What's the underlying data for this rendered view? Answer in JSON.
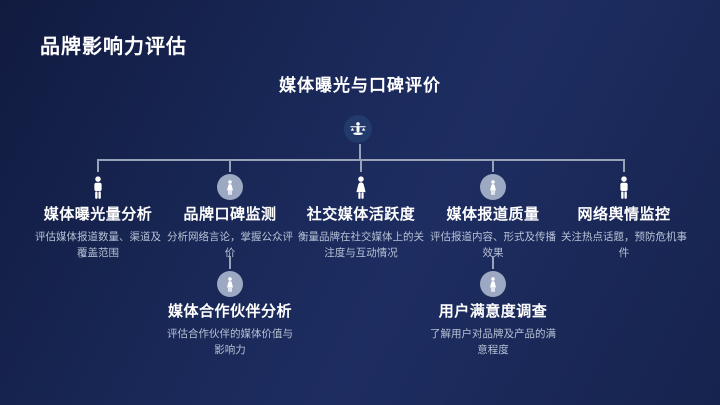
{
  "slide": {
    "title": "品牌影响力评估",
    "subtitle": "媒体曝光与口碑评价"
  },
  "colors": {
    "background": "#1a2857",
    "connector_line": "#99a3b8",
    "icon_circle": "#9da9c2",
    "root_icon_circle": "#223a6c",
    "title_text": "#ffffff",
    "desc_text": "#b7c1d5"
  },
  "icons": {
    "root": "person-with-scales-icon",
    "node_bare": "person-icon",
    "node_circled": "person-in-circle-icon"
  },
  "tree": {
    "level1": [
      {
        "title": "媒体曝光量分析",
        "desc": "评估媒体报道数量、渠道及覆盖范围"
      },
      {
        "title": "品牌口碑监测",
        "desc": "分析网络言论，掌握公众评价"
      },
      {
        "title": "社交媒体活跃度",
        "desc": "衡量品牌在社交媒体上的关注度与互动情况"
      },
      {
        "title": "媒体报道质量",
        "desc": "评估报道内容、形式及传播效果"
      },
      {
        "title": "网络舆情监控",
        "desc": "关注热点话题，预防危机事件"
      }
    ],
    "level2": [
      {
        "title": "媒体合作伙伴分析",
        "desc": "评估合作伙伴的媒体价值与影响力",
        "parent": "品牌口碑监测"
      },
      {
        "title": "用户满意度调查",
        "desc": "了解用户对品牌及产品的满意程度",
        "parent": "媒体报道质量"
      }
    ]
  }
}
